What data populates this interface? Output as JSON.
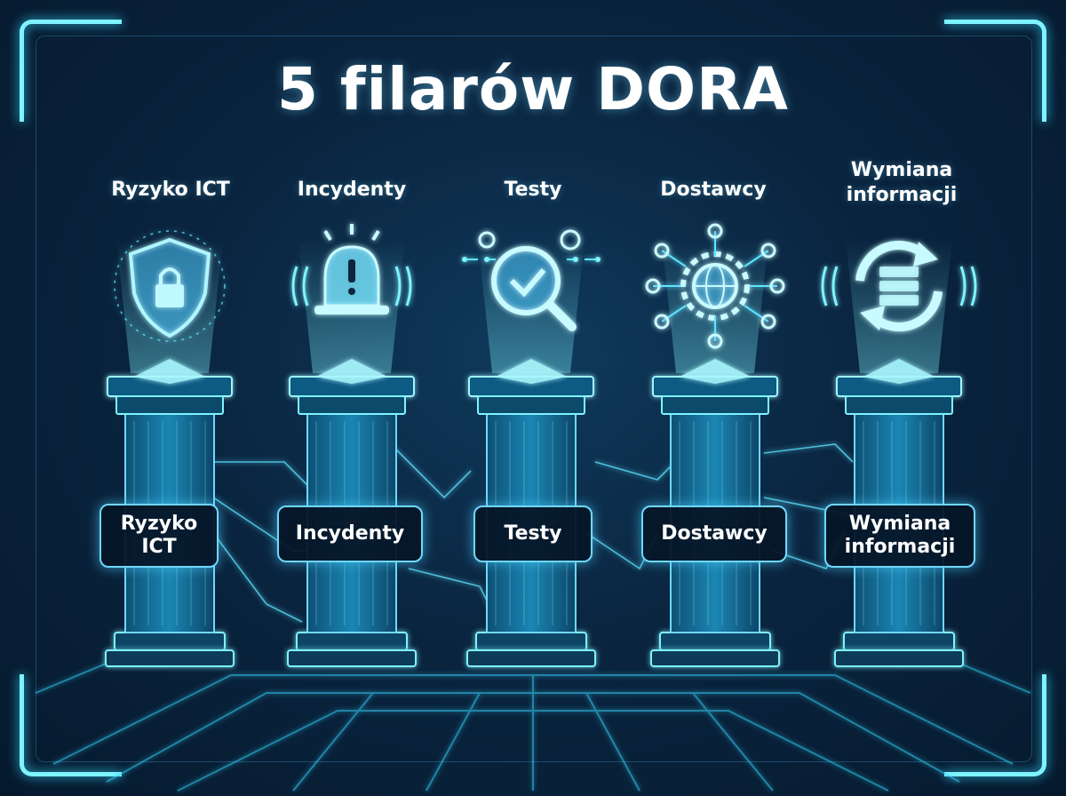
{
  "title": "5 filarów DORA",
  "pillars": [
    {
      "top_label": "Ryzyko ICT",
      "box_label": "Ryzyko ICT",
      "icon": "shield-lock-icon"
    },
    {
      "top_label": "Incydenty",
      "box_label": "Incydenty",
      "icon": "alarm-bell-icon"
    },
    {
      "top_label": "Testy",
      "box_label": "Testy",
      "icon": "magnifier-check-icon"
    },
    {
      "top_label": "Dostawcy",
      "box_label": "Dostawcy",
      "icon": "network-gears-icon"
    },
    {
      "top_label": "Wymiana informacji",
      "box_label": "Wymiana informacji",
      "icon": "sync-server-icon"
    }
  ],
  "colors": {
    "accent": "#35d7ff",
    "glow": "#7ff3ff",
    "background": "#0a2540"
  }
}
